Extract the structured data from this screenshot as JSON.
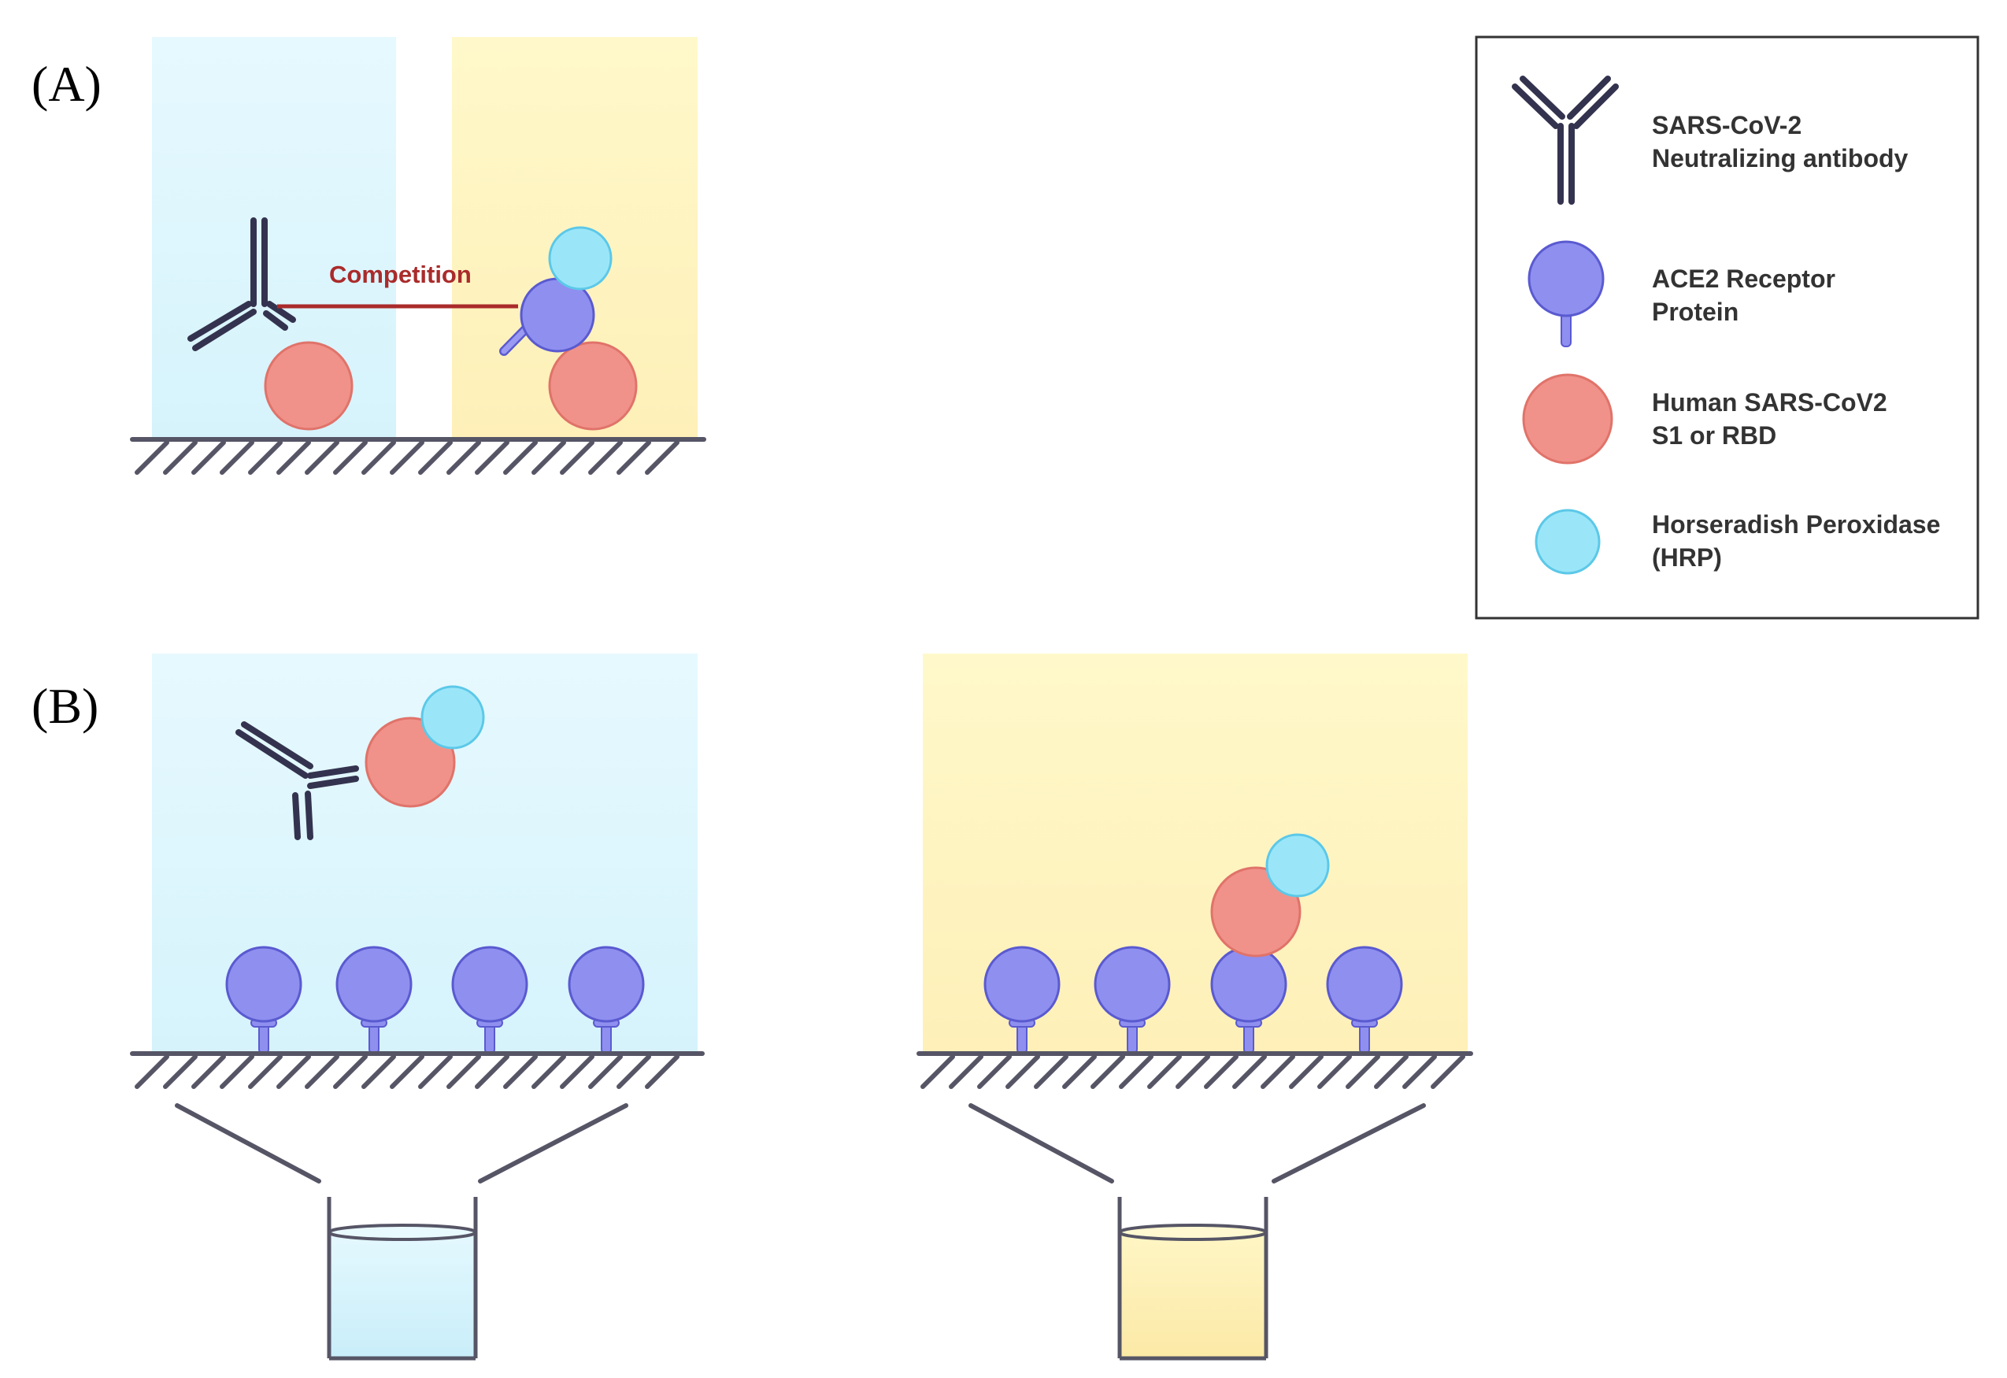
{
  "panels": {
    "a_label": "(A)",
    "b_label": "(B)"
  },
  "competition": {
    "label": "Competition",
    "color": "#aa2b2b"
  },
  "legend": {
    "antibody": [
      "SARS-CoV-2",
      "Neutralizing antibody"
    ],
    "ace2": [
      "ACE2 Receptor",
      "Protein"
    ],
    "rbd": [
      "Human SARS-CoV2",
      "S1 or RBD"
    ],
    "hrp": [
      "Horseradish Peroxidase",
      "(HRP)"
    ]
  },
  "colors": {
    "blue_panel": "#e3f7fd",
    "yellow_panel": "#fff7c8",
    "ace2": "#8f8ff0",
    "rbd": "#f0928a",
    "hrp": "#9ae6f8",
    "antibody": "#34334f",
    "surface": "#565566"
  },
  "icons": [
    "antibody-icon",
    "ace2-receptor-icon",
    "rbd-protein-icon",
    "hrp-enzyme-icon",
    "well-icon"
  ]
}
